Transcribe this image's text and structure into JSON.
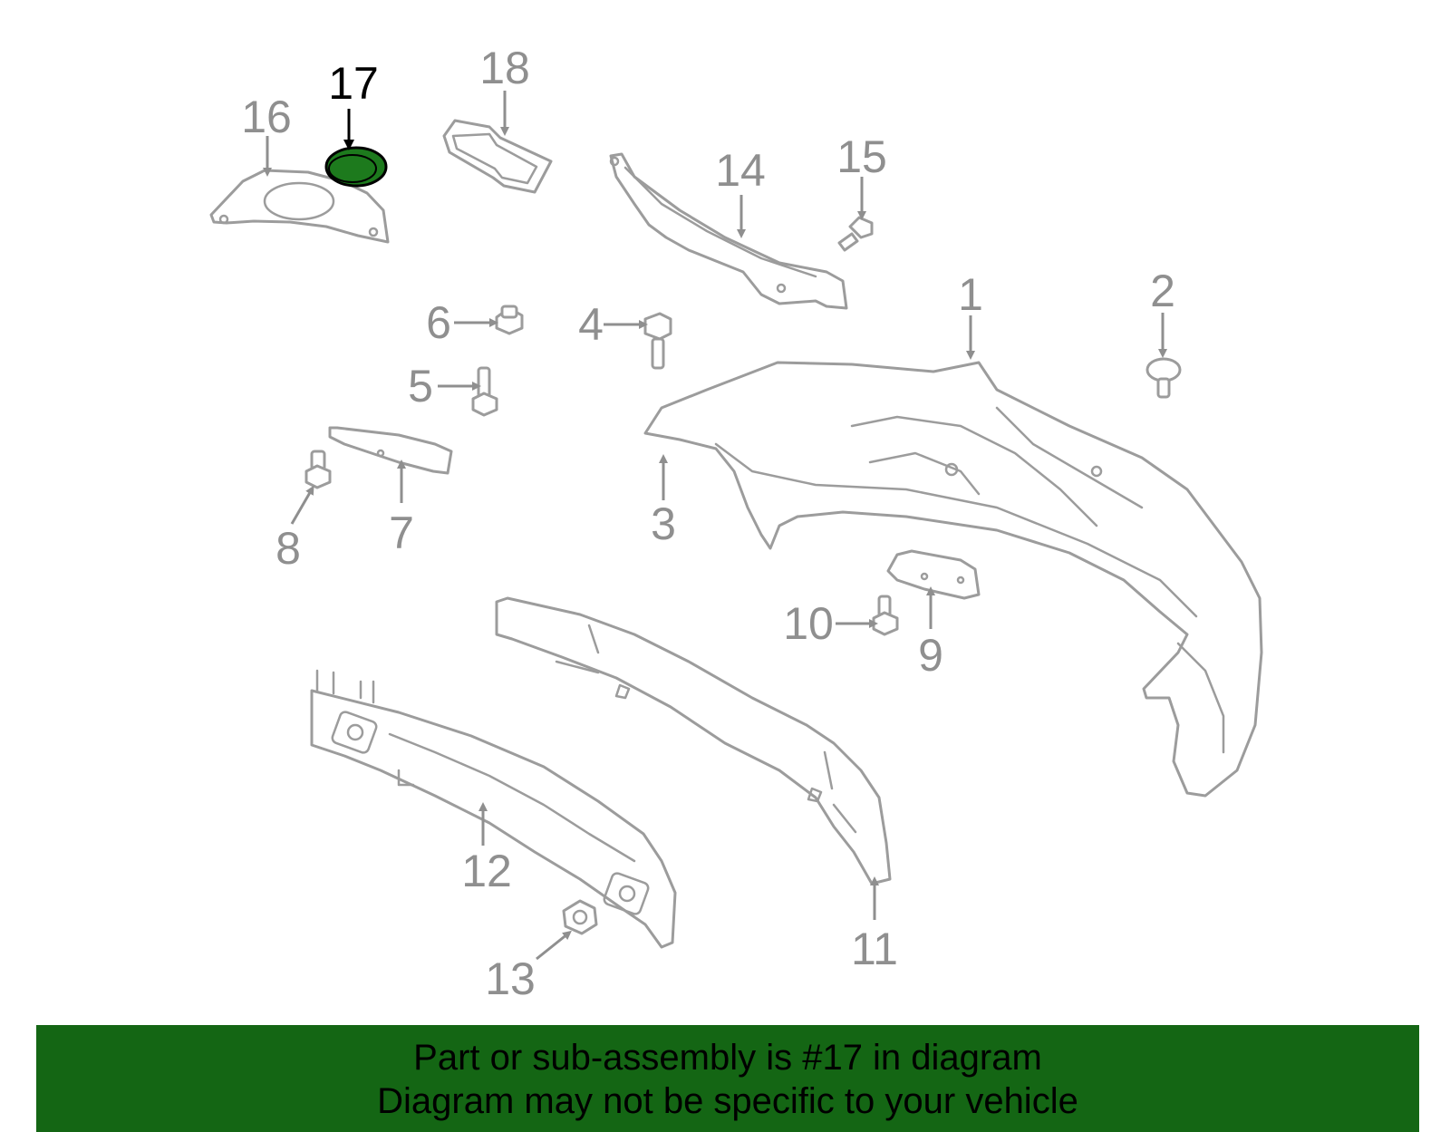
{
  "diagram": {
    "callouts": [
      {
        "id": "1",
        "label": "1",
        "highlighted": false
      },
      {
        "id": "2",
        "label": "2",
        "highlighted": false
      },
      {
        "id": "3",
        "label": "3",
        "highlighted": false
      },
      {
        "id": "4",
        "label": "4",
        "highlighted": false
      },
      {
        "id": "5",
        "label": "5",
        "highlighted": false
      },
      {
        "id": "6",
        "label": "6",
        "highlighted": false
      },
      {
        "id": "7",
        "label": "7",
        "highlighted": false
      },
      {
        "id": "8",
        "label": "8",
        "highlighted": false
      },
      {
        "id": "9",
        "label": "9",
        "highlighted": false
      },
      {
        "id": "10",
        "label": "10",
        "highlighted": false
      },
      {
        "id": "11",
        "label": "11",
        "highlighted": false
      },
      {
        "id": "12",
        "label": "12",
        "highlighted": false
      },
      {
        "id": "13",
        "label": "13",
        "highlighted": false
      },
      {
        "id": "14",
        "label": "14",
        "highlighted": false
      },
      {
        "id": "15",
        "label": "15",
        "highlighted": false
      },
      {
        "id": "16",
        "label": "16",
        "highlighted": false
      },
      {
        "id": "17",
        "label": "17",
        "highlighted": true
      },
      {
        "id": "18",
        "label": "18",
        "highlighted": false
      }
    ],
    "colors": {
      "part_line": "#9c9c9c",
      "label": "#8f8f8f",
      "highlight_label": "#000000",
      "highlight_fill": "#1d7a1d"
    }
  },
  "footer": {
    "line1": "Part or sub-assembly is #17 in diagram",
    "line2": "Diagram may not be specific to your vehicle",
    "background": "#146614"
  }
}
